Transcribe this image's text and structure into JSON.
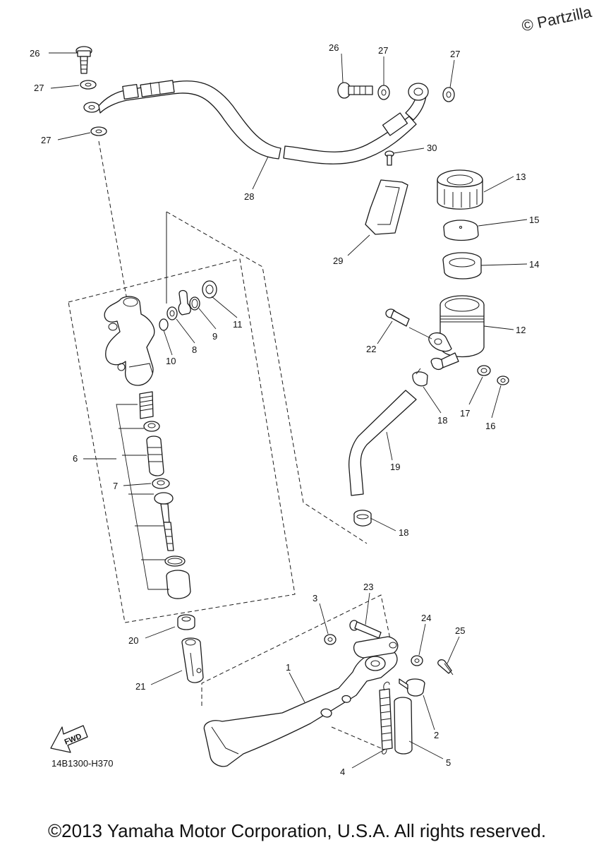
{
  "watermark": "© Partzilla",
  "figure_code": "14B1300-H370",
  "fwd_label": "FWD",
  "copyright": "©2013 Yamaha Motor Corporation, U.S.A. All rights reserved.",
  "callouts": {
    "c1": "1",
    "c2": "2",
    "c3": "3",
    "c4": "4",
    "c5": "5",
    "c6": "6",
    "c7": "7",
    "c8": "8",
    "c9": "9",
    "c10": "10",
    "c11": "11",
    "c12": "12",
    "c13": "13",
    "c14": "14",
    "c15": "15",
    "c16": "16",
    "c17": "17",
    "c18a": "18",
    "c18b": "18",
    "c19": "19",
    "c20": "20",
    "c21": "21",
    "c22": "22",
    "c23": "23",
    "c24": "24",
    "c25": "25",
    "c26a": "26",
    "c26b": "26",
    "c27a": "27",
    "c27b": "27",
    "c27c": "27",
    "c27d": "27",
    "c28": "28",
    "c29": "29",
    "c30": "30"
  }
}
